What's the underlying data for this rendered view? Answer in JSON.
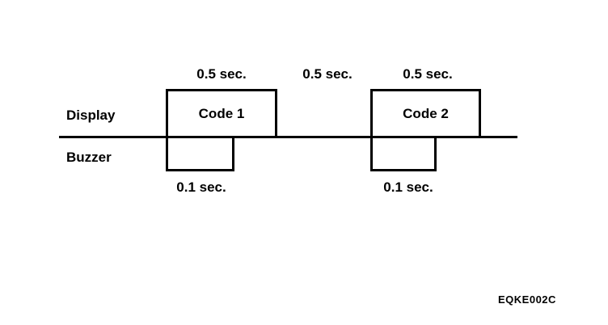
{
  "diagram": {
    "signals": [
      {
        "label": "Display"
      },
      {
        "label": "Buzzer"
      }
    ],
    "display_pulses": [
      {
        "label": "Code 1",
        "duration_label": "0.5 sec."
      },
      {
        "label": "Code 2",
        "duration_label": "0.5 sec."
      }
    ],
    "gap_label": "0.5 sec.",
    "buzzer_pulses": [
      {
        "duration_label": "0.1 sec."
      },
      {
        "duration_label": "0.1 sec."
      }
    ],
    "figure_code": "EQKE002C",
    "colors": {
      "line": "#000000",
      "background": "#ffffff"
    }
  }
}
